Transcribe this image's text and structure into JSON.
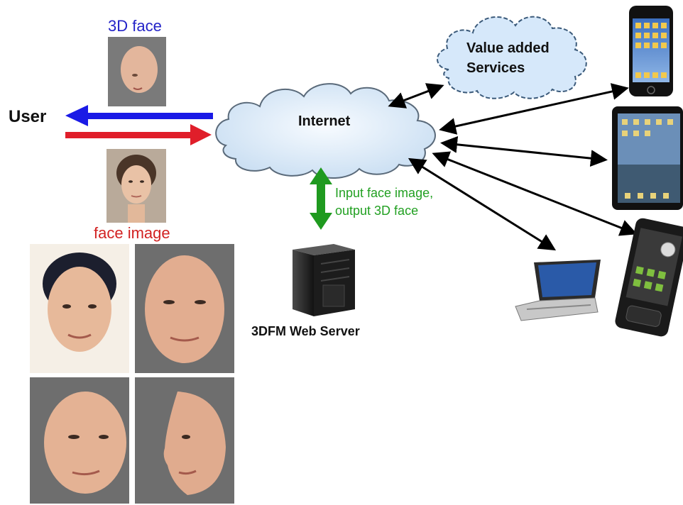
{
  "labels": {
    "face3d": "3D face",
    "face_image": "face image",
    "user": "User",
    "internet": "Internet",
    "value_added_line1": "Value added",
    "value_added_line2": "Services",
    "io_line1": "Input face image,",
    "io_line2": "output 3D face",
    "server": "3DFM Web Server"
  },
  "colors": {
    "to_user_arrow": "#1a1ae6",
    "from_user_arrow": "#e01e2a",
    "server_arrow": "#1f9a1f",
    "cloud_fill": "#e4f0fb",
    "photo_bg": "#6e6e6e"
  },
  "icons": [
    "cloud-icon",
    "server-icon",
    "smartphone-icon",
    "tablet-icon",
    "laptop-icon",
    "android-phone-icon"
  ]
}
